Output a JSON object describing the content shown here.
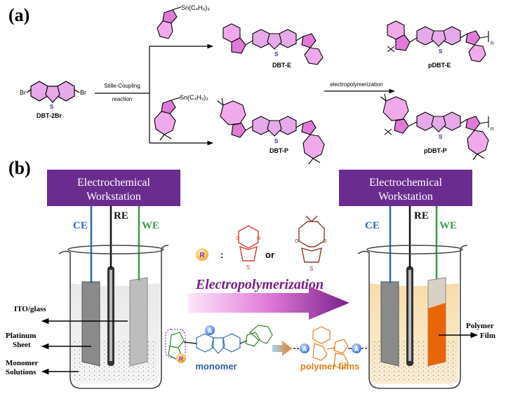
{
  "panel_a": {
    "label": "(a)",
    "start_compound": "DBT-2Br",
    "br_left": "Br",
    "br_right": "Br",
    "reagent_top": "Sn(C₄H₉)₃",
    "reagent_bottom": "Sn(C₄H₉)₃",
    "step1_line1": "Stille-Coupling",
    "step1_line2": "reaction",
    "step2": "electropolymerization",
    "product_top": "DBT-E",
    "product_bottom": "DBT-P",
    "polymer_top": "pDBT-E",
    "polymer_bottom": "pDBT-P",
    "subscript_n": "n",
    "atom_s": "S",
    "atom_o": "O"
  },
  "panel_b": {
    "label": "(b)",
    "workstation_line1": "Electrochemical",
    "workstation_line2": "Workstation",
    "ce": "CE",
    "re": "RE",
    "we": "WE",
    "r_badge": "R",
    "colon": ":",
    "or": "or",
    "process": "Electropolymerization",
    "label_ito": "ITO/glass",
    "label_platinum_1": "Platinum",
    "label_platinum_2": "Sheet",
    "label_monomer_1": "Monomer",
    "label_monomer_2": "Solutions",
    "label_film_1": "Polymer",
    "label_film_2": "Film",
    "monomer": "monomer",
    "polymer_films": "polymer films",
    "a_badge": "A"
  },
  "colors": {
    "workstation": "#6b2c8f",
    "ce_wire": "#2a6bb5",
    "we_wire": "#3a9a4a",
    "ring_pink": "#e07ad8",
    "arrow_purple": "#7a1e8a",
    "film_orange": "#e8650a",
    "monomer_text": "#2a5fa8",
    "polymer_text": "#e87a1a",
    "edot_red": "#d83a2a",
    "prodot_brown": "#8a3a2a"
  }
}
